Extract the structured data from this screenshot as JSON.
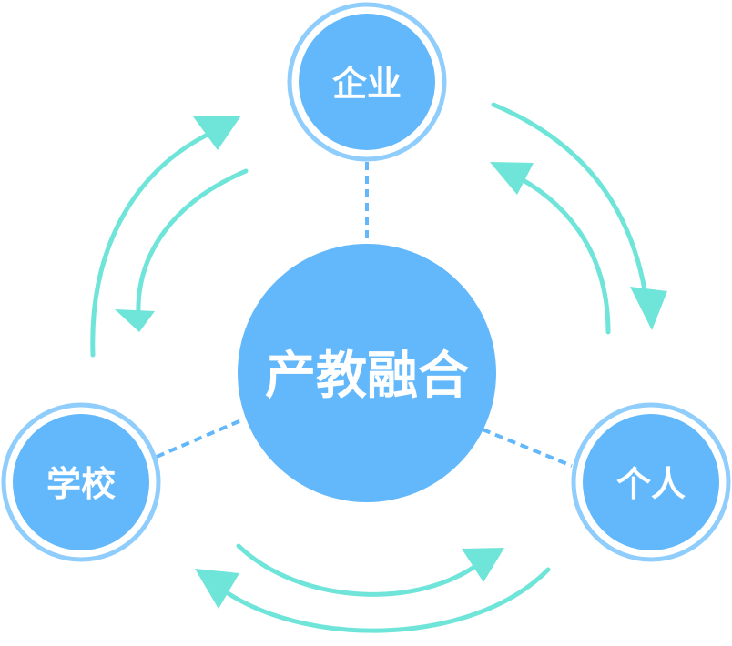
{
  "colors": {
    "node_fill": "#62b8fb",
    "node_ring": "#8fcdfc",
    "arrow": "#6fe4d9",
    "connector": "#62b8fb",
    "background": "#ffffff"
  },
  "center": {
    "label": "产教融合"
  },
  "nodes": [
    {
      "key": "enterprise",
      "label": "企业"
    },
    {
      "key": "school",
      "label": "学校"
    },
    {
      "key": "individual",
      "label": "个人"
    }
  ]
}
